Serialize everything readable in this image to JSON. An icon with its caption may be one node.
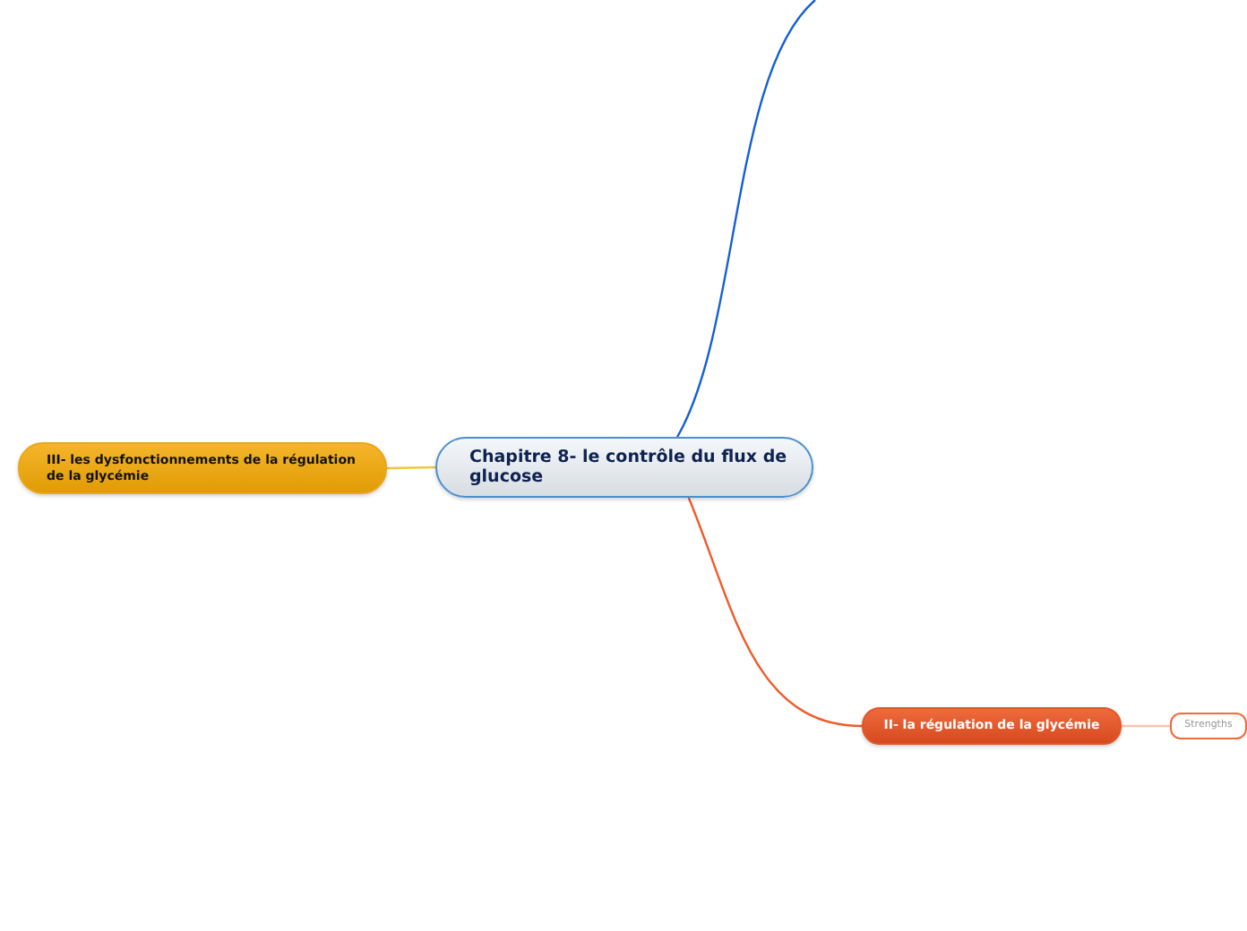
{
  "diagram": {
    "nodes": [
      {
        "text": [
          "Chapitre 8- le contrôle du flux de glucose"
        ]
      },
      {
        "text": [
          "III- les dysfonctionnements de la régulation de la glycémie"
        ]
      },
      {
        "text": [
          "II- la régulation de la glycémie"
        ]
      },
      {
        "text": [
          "Strengths"
        ]
      }
    ],
    "edges": [
      {
        "from": 0,
        "to": null,
        "arrow": "none",
        "color": "#1560d4"
      },
      {
        "from": 0,
        "to": 1,
        "arrow": "none",
        "color": "#f5c542"
      },
      {
        "from": 0,
        "to": 2,
        "arrow": "none",
        "color": "#f05a2a"
      },
      {
        "from": 2,
        "to": 3,
        "arrow": "none",
        "color": "#f9c2ae"
      }
    ]
  }
}
